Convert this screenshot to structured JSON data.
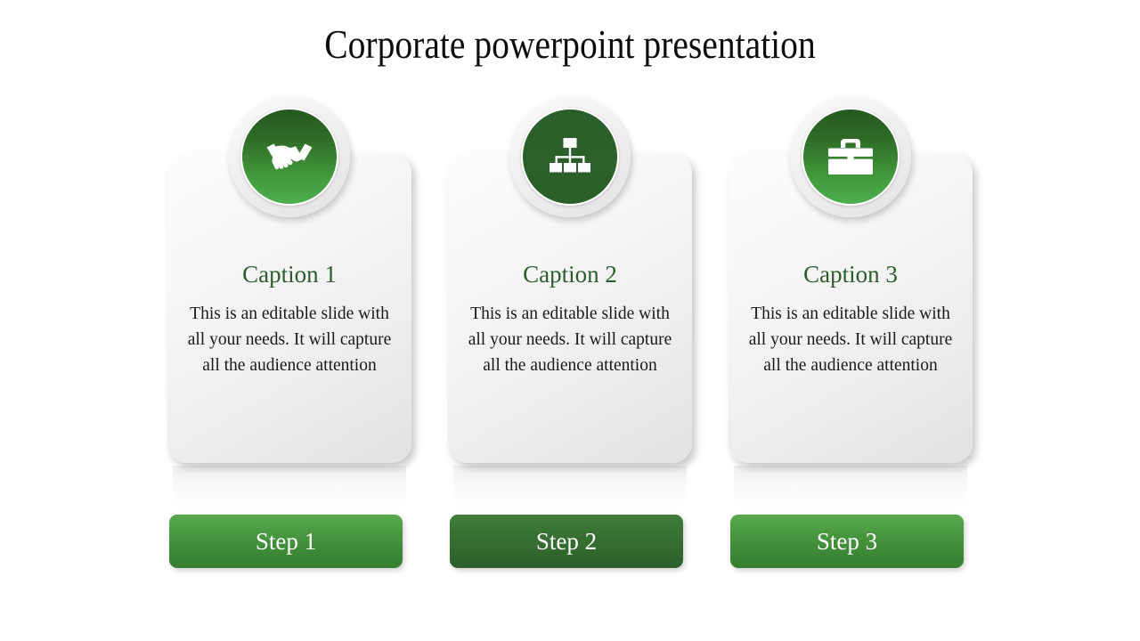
{
  "slide": {
    "title": "Corporate powerpoint presentation",
    "background_color": "#ffffff"
  },
  "theme": {
    "caption_color": "#2d5c2d",
    "body_color": "#1a1a1a",
    "accent_green_bright": "#4caf50",
    "accent_green_dark": "#2a5d2a",
    "card_gradient_start": "#fdfdfd",
    "card_gradient_end": "#e2e2e2"
  },
  "columns": [
    {
      "icon": "handshake-icon",
      "icon_style": "gradient",
      "caption": "Caption 1",
      "body": "This is an editable slide with all your needs. It will capture all the audience attention",
      "step_label": "Step 1",
      "step_style": "bright"
    },
    {
      "icon": "org-chart-icon",
      "icon_style": "solid",
      "caption": "Caption 2",
      "body": "This is an editable slide with all your needs. It will capture all the audience attention",
      "step_label": "Step 2",
      "step_style": "dark"
    },
    {
      "icon": "briefcase-icon",
      "icon_style": "gradient",
      "caption": "Caption 3",
      "body": "This is an editable slide with all your needs. It will capture all the audience attention",
      "step_label": "Step 3",
      "step_style": "bright"
    }
  ]
}
